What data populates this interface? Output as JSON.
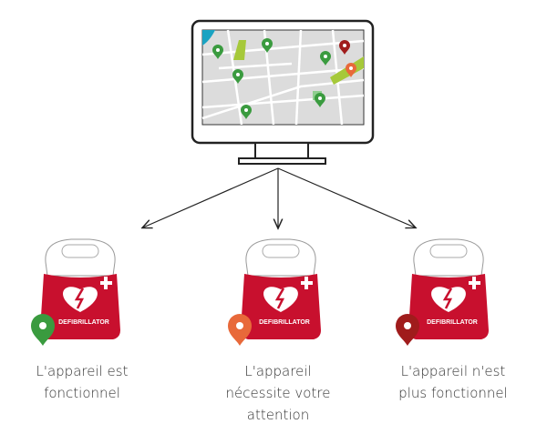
{
  "devices": [
    {
      "status": "functional",
      "pin_color": "#3a9b3f",
      "label_line1": "L'appareil est",
      "label_line2": "fonctionnel",
      "label_line3": "",
      "brand": "DEFIBRILLATOR"
    },
    {
      "status": "attention",
      "pin_color": "#e8693a",
      "label_line1": "L'appareil",
      "label_line2": "nécessite votre",
      "label_line3": "attention",
      "brand": "DEFIBRILLATOR"
    },
    {
      "status": "not-functional",
      "pin_color": "#a01c1c",
      "label_line1": "L'appareil n'est",
      "label_line2": "plus fonctionnel",
      "label_line3": "",
      "brand": "DEFIBRILLATOR"
    }
  ],
  "colors": {
    "aed_red": "#c8102e",
    "map_bg": "#dcdcdc",
    "park": "#a6c93a",
    "water": "#1aa3c2"
  }
}
